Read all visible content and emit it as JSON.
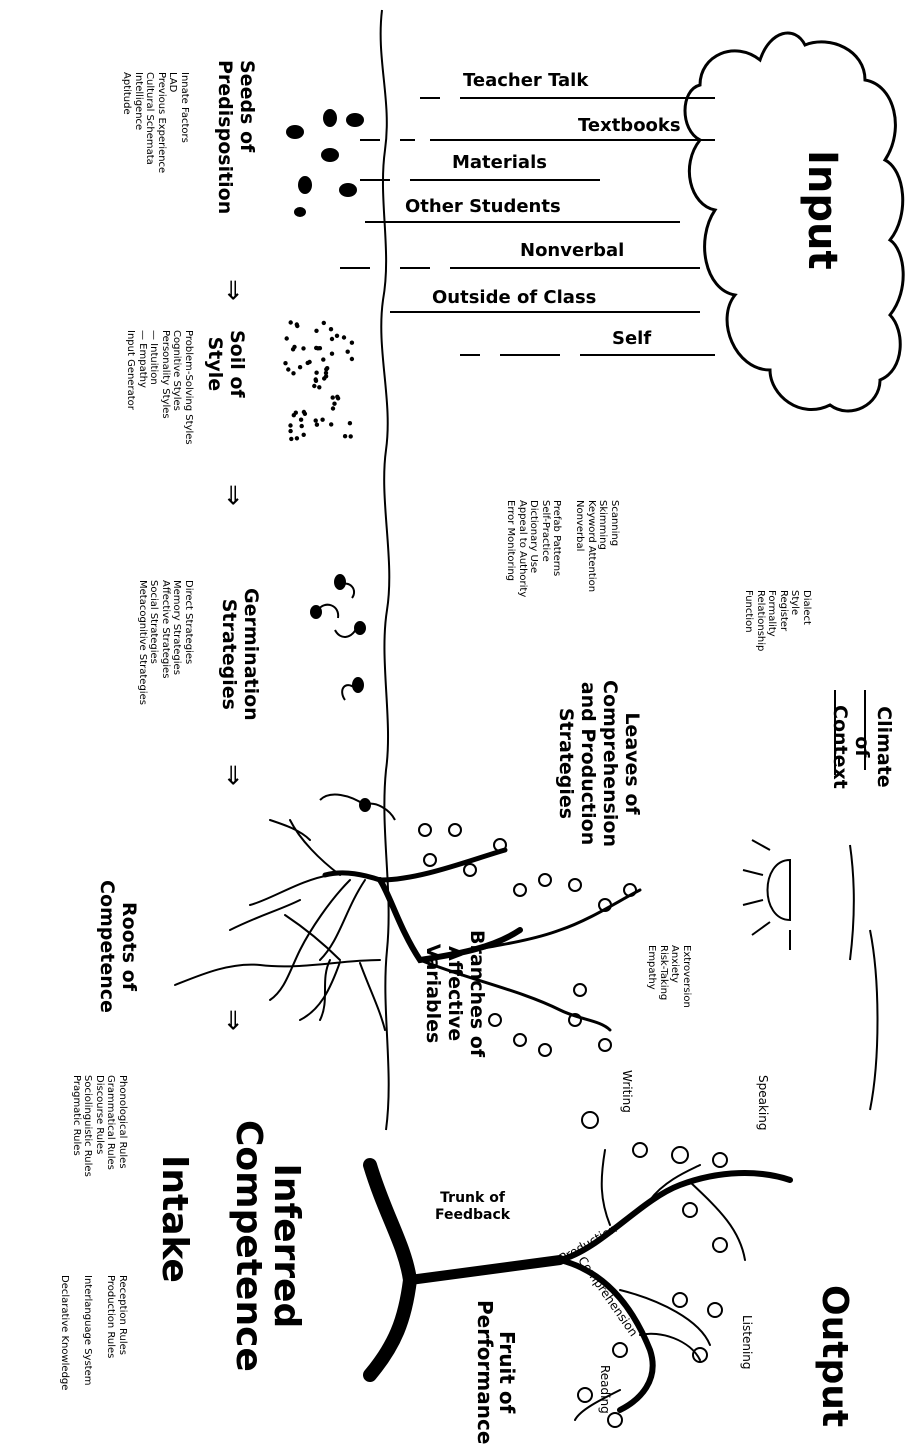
{
  "input": {
    "title": "Input",
    "sources": [
      "Teacher Talk",
      "Textbooks",
      "Materials",
      "Other Students",
      "Nonverbal",
      "Outside of Class",
      "Self"
    ]
  },
  "climate": {
    "title_lines": [
      "Climate",
      "of",
      "Context"
    ],
    "items": [
      "Dialect",
      "Style",
      "Register",
      "Formality",
      "Relationship",
      "Function"
    ]
  },
  "output": {
    "title": "Output",
    "skills": {
      "speaking": "Speaking",
      "writing": "Writing",
      "listening": "Listening",
      "reading": "Reading"
    },
    "branch_production": "Production",
    "branch_comprehension": "Comprehension"
  },
  "fruit": {
    "title_lines": [
      "Fruit of",
      "Performance"
    ]
  },
  "trunk": {
    "title_lines": [
      "Trunk of",
      "Feedback"
    ]
  },
  "branches": {
    "title_lines": [
      "Branches of",
      "Affective",
      "Variables"
    ],
    "items": [
      "Extroversion",
      "Anxiety",
      "Risk-Taking",
      "Empathy"
    ]
  },
  "leaves": {
    "title_lines": [
      "Leaves of",
      "Comprehension",
      "and Production",
      "Strategies"
    ],
    "items": [
      "Scanning",
      "Skimming",
      "Keyword Attention",
      "Nonverbal",
      "",
      "Prefab Patterns",
      "Self-Practice",
      "Dictionary Use",
      "Appeal to Authority",
      "Error Monitoring"
    ]
  },
  "seeds": {
    "title_lines": [
      "Seeds of",
      "Predisposition"
    ],
    "items": [
      "Innate Factors",
      "LAD",
      "Previous Experience",
      "Cultural Schemata",
      "Intelligence",
      "Aptitude"
    ]
  },
  "soil": {
    "title_lines": [
      "Soil of",
      "Style"
    ],
    "items": [
      "Problem-Solving Styles",
      "Cognitive Styles",
      "Personality Styles",
      "— Intuition",
      "— Empathy",
      "Input Generator"
    ]
  },
  "germination": {
    "title_lines": [
      "Germination",
      "Strategies"
    ],
    "items": [
      "Direct Strategies",
      "Memory Strategies",
      "Affective Strategies",
      "Social Strategies",
      "Metacognitive Strategies"
    ]
  },
  "roots": {
    "title_lines": [
      "Roots of",
      "Competence"
    ]
  },
  "competence": {
    "title_lines": [
      "Inferred",
      "Competence"
    ],
    "intake": "Intake",
    "rules_col1": [
      "Phonological Rules",
      "Grammatical Rules",
      "Discourse Rules",
      "Sociolinguistic Rules",
      "Pragmatic Rules"
    ],
    "rules_col2": [
      "Reception Rules",
      "Production Rules",
      "",
      "Interlanguage System",
      "",
      "Declarative Knowledge"
    ]
  },
  "arrow_glyph": "⇒"
}
